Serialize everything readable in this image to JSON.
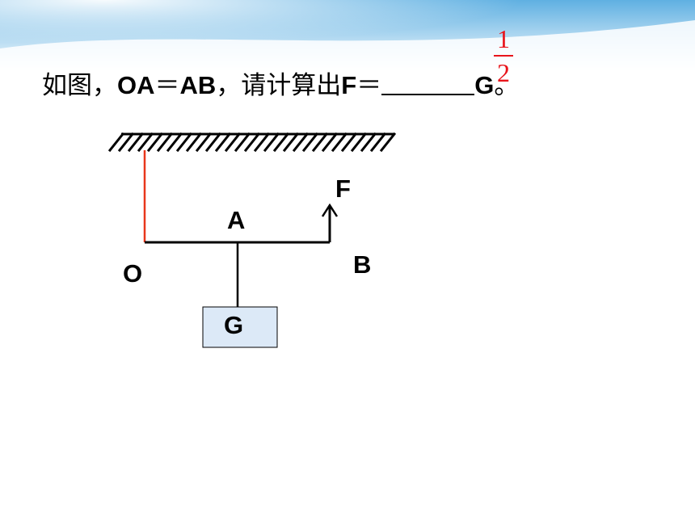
{
  "question": {
    "prefix": "如图，",
    "part1": "OA",
    "eq1": "＝",
    "part2": "AB",
    "comma": "，",
    "middle": "请计算出",
    "force": "F",
    "eq2": "＝",
    "unit": "G",
    "end": "。"
  },
  "answer": {
    "numerator": "1",
    "denominator": "2",
    "color": "#e8141b"
  },
  "labels": {
    "O": "O",
    "A": "A",
    "B": "B",
    "F": "F",
    "G": "G"
  },
  "colors": {
    "rope": "#e8371b",
    "weight_fill": "#dce9f7",
    "banner": "#8fc7e8"
  }
}
